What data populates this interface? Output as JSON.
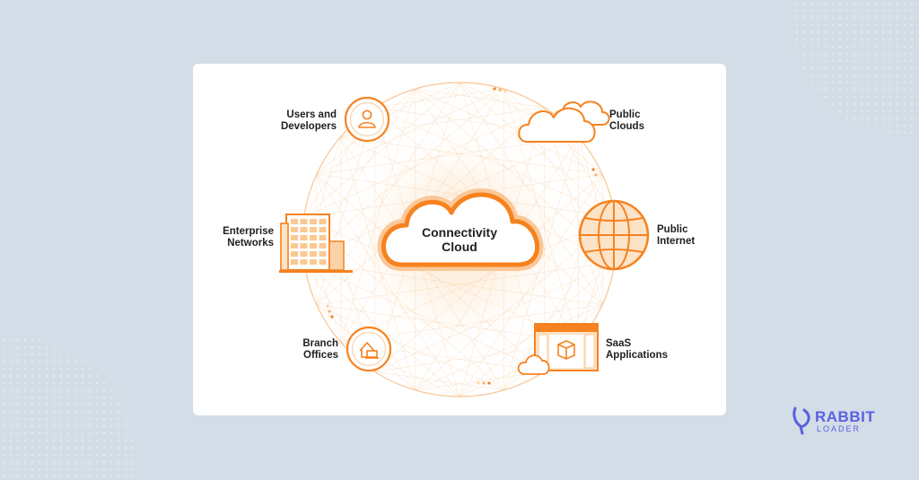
{
  "center": {
    "line1": "Connectivity",
    "line2": "Cloud"
  },
  "nodes": {
    "users": {
      "line1": "Users and",
      "line2": "Developers"
    },
    "enterprise": {
      "line1": "Enterprise",
      "line2": "Networks"
    },
    "branch": {
      "line1": "Branch",
      "line2": "Offices"
    },
    "public_clouds": {
      "line1": "Public",
      "line2": "Clouds"
    },
    "public_internet": {
      "line1": "Public",
      "line2": "Internet"
    },
    "saas": {
      "line1": "SaaS",
      "line2": "Applications"
    }
  },
  "logo": {
    "line1": "RABBIT",
    "line2": "LOADER"
  },
  "colors": {
    "accent": "#f6821f",
    "accent_light": "#fbd2a8",
    "background": "#d2dde7",
    "logo": "#5b5fe0"
  }
}
